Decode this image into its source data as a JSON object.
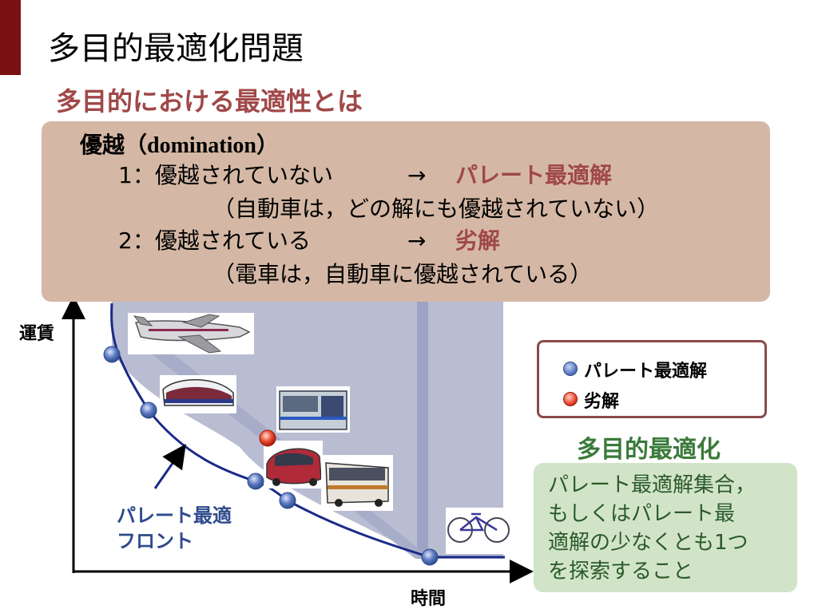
{
  "title": "多目的最適化問題",
  "subtitle": "多目的における最適性とは",
  "definition": {
    "heading_jp": "優越",
    "heading_en": "（domination）",
    "line1": "1：優越されていない",
    "arrow": "→",
    "line1_result": "パレート最適解",
    "line1_note": "（自動車は，どの解にも優越されていない）",
    "line2": "2：優越されている",
    "line2_result": "劣解",
    "line2_note": "（電車は，自動車に優越されている）"
  },
  "chart_data": {
    "type": "scatter",
    "xlabel": "時間",
    "ylabel": "運賃",
    "front_label": [
      "パレート最適",
      "フロント"
    ],
    "series": [
      {
        "name": "パレート最適解",
        "role": "pareto",
        "points": [
          "飛行機",
          "新幹線",
          "自動車",
          "バス",
          "自転車"
        ]
      },
      {
        "name": "劣解",
        "role": "dominated",
        "points": [
          "電車"
        ]
      }
    ],
    "colors": {
      "pareto": "#4a6ab0",
      "dominated": "#e8402a",
      "front_line": "#1a2a8a",
      "region": "#b8bcd0"
    }
  },
  "legend": {
    "pareto_label": "パレート最適解",
    "dominated_label": "劣解"
  },
  "multiobjective": {
    "title": "多目的最適化",
    "lines": [
      "パレート最適解集合，",
      "もしくはパレート最",
      "適解の少なくとも1つ",
      "を探索すること"
    ]
  },
  "icons": [
    "airplane-icon",
    "shinkansen-icon",
    "train-icon",
    "car-icon",
    "bus-icon",
    "bicycle-icon"
  ]
}
